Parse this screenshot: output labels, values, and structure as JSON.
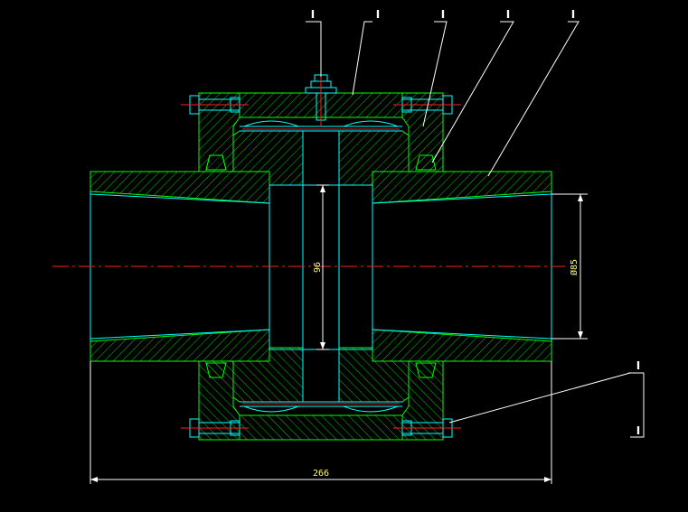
{
  "drawing": {
    "colors": {
      "background": "#000000",
      "outline": "#00ff00",
      "cyan": "#00ffff",
      "hatch": "#00c800",
      "center": "#ff2020",
      "leader": "#ffffff",
      "dimension": "#ffffff",
      "dim_text": "#ffff66"
    },
    "dimensions": {
      "overall_length": "266",
      "inner_width": "96",
      "bore_diameter": "Ø85"
    },
    "leader_labels": [
      "I",
      "I",
      "I",
      "I",
      "I",
      "I",
      "I"
    ]
  }
}
